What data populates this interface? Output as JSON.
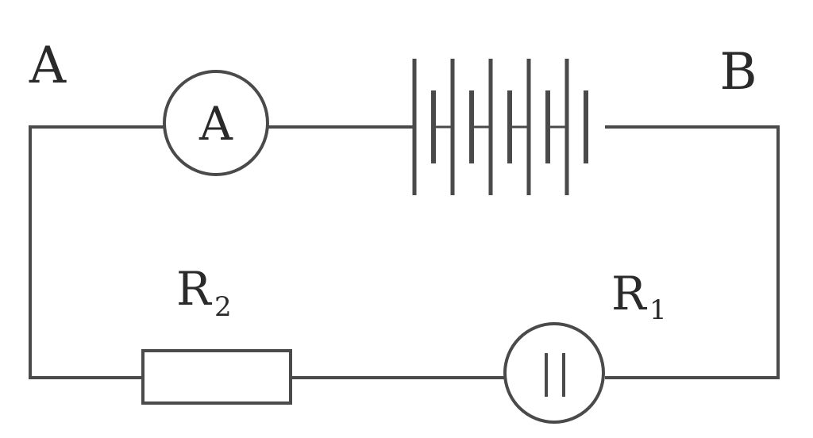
{
  "labels": {
    "node_left": "A",
    "node_right": "B",
    "ammeter_symbol": "A",
    "resistor2_main": "R",
    "resistor2_sub": "2",
    "resistor1_main": "R",
    "resistor1_sub": "1"
  },
  "battery": {
    "cell_count": 5
  },
  "colors": {
    "wire": "#4a4a4a",
    "text": "#2a2a2a",
    "background": "#ffffff"
  }
}
